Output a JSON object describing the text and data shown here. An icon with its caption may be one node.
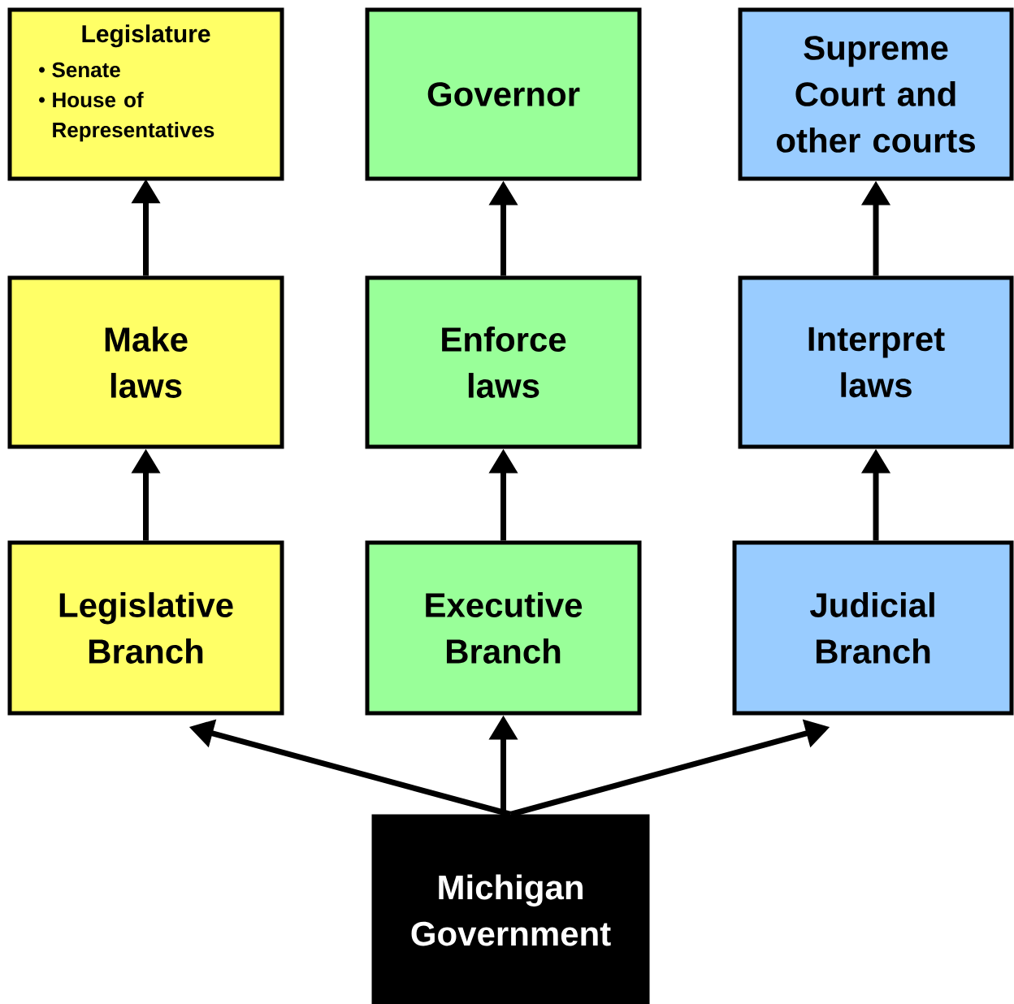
{
  "diagram": {
    "nodes": [
      {
        "text": [
          "Legislature",
          "Senate",
          "House of Representatives"
        ]
      },
      {
        "text": [
          "Governor"
        ]
      },
      {
        "text": [
          "Supreme Court and other courts"
        ]
      },
      {
        "text": [
          "Make laws"
        ]
      },
      {
        "text": [
          "Enforce laws"
        ]
      },
      {
        "text": [
          "Interpret laws"
        ]
      },
      {
        "text": [
          "Legislative Branch"
        ]
      },
      {
        "text": [
          "Executive Branch"
        ]
      },
      {
        "text": [
          "Judicial Branch"
        ]
      },
      {
        "text": [
          "Michigan Government"
        ]
      }
    ],
    "edges": [
      {
        "from": 3,
        "to": 0,
        "arrow": "to"
      },
      {
        "from": 4,
        "to": 1,
        "arrow": "to"
      },
      {
        "from": 5,
        "to": 2,
        "arrow": "to"
      },
      {
        "from": 6,
        "to": 3,
        "arrow": "to"
      },
      {
        "from": 7,
        "to": 4,
        "arrow": "to"
      },
      {
        "from": 8,
        "to": 5,
        "arrow": "to"
      },
      {
        "from": 9,
        "to": 6,
        "arrow": "to"
      },
      {
        "from": 9,
        "to": 7,
        "arrow": "to"
      },
      {
        "from": 9,
        "to": 8,
        "arrow": "to"
      }
    ]
  }
}
